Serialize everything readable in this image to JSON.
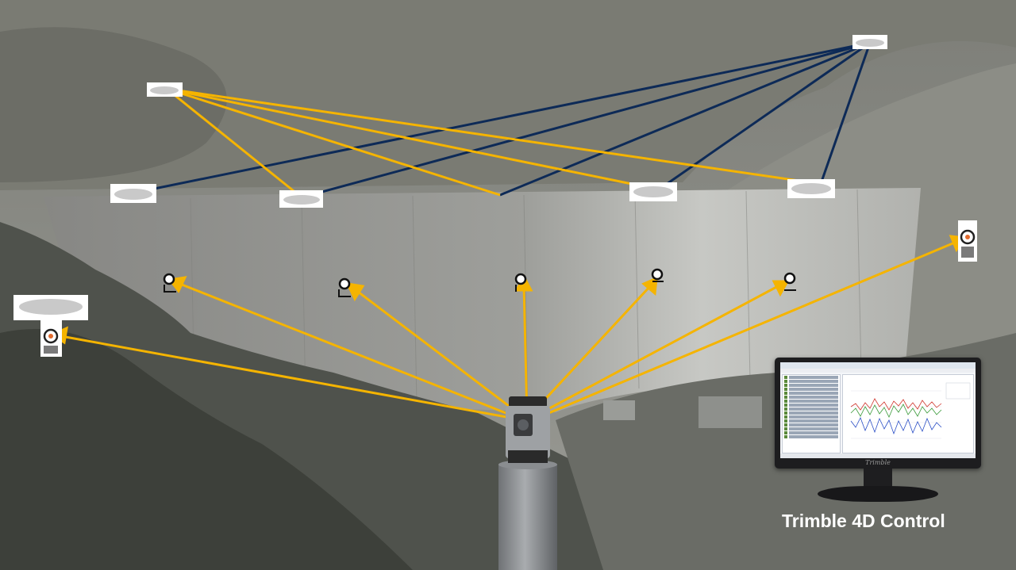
{
  "caption": "Trimble 4D Control",
  "monitor": {
    "brand": "Trimble",
    "screen_icon": "software-window-icon"
  },
  "legend_colors": {
    "gnss_link": "#f5b400",
    "reference_link": "#0d2a57",
    "tracking_link": "#f5b400"
  },
  "nodes": {
    "gnss_antennas": [
      "antenna-1",
      "antenna-2",
      "antenna-3",
      "antenna-4",
      "antenna-5",
      "antenna-6",
      "antenna-7"
    ],
    "prisms": [
      "prism-1",
      "prism-2",
      "prism-3",
      "prism-4",
      "prism-5",
      "prism-6",
      "prism-7"
    ],
    "instrument": "total-station-icon"
  }
}
